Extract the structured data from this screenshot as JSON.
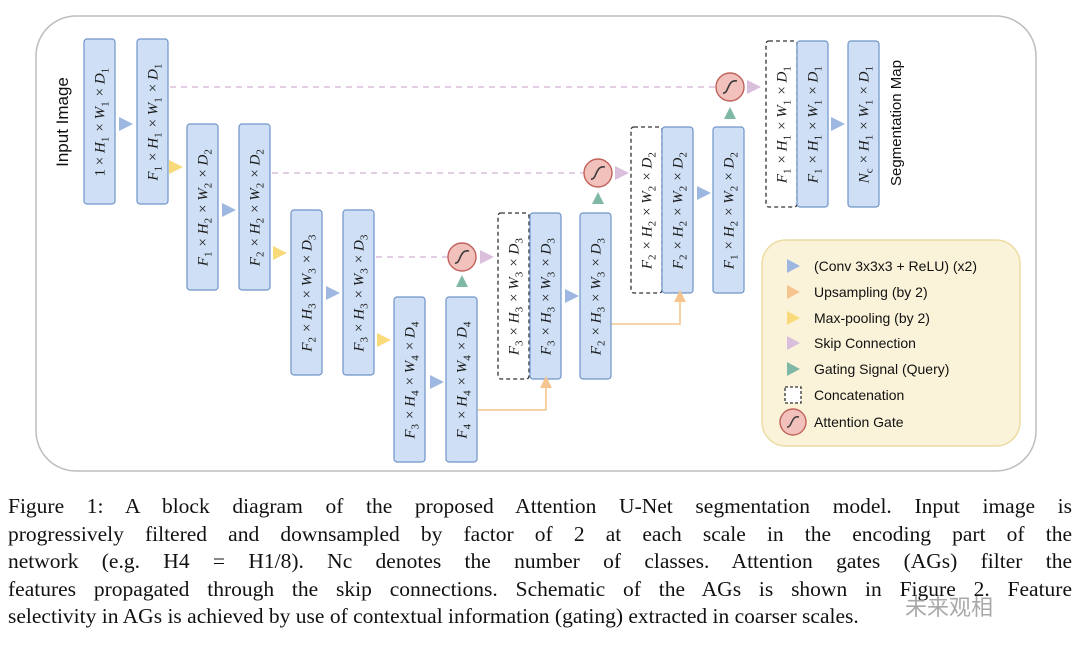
{
  "diagram": {
    "input_label": "Input Image",
    "output_label": "Segmentation Map",
    "blocks": [
      {
        "id": "b1",
        "text": "1 × H1 × W1 × D1"
      },
      {
        "id": "b2",
        "text": "F1 × H1 × W1 × D1"
      },
      {
        "id": "b3",
        "text": "F1 × H2 × W2 × D2"
      },
      {
        "id": "b4",
        "text": "F2 × H2 × W2 × D2"
      },
      {
        "id": "b5",
        "text": "F2 × H3 × W3 × D3"
      },
      {
        "id": "b6",
        "text": "F3 × H3 × W3 × D3"
      },
      {
        "id": "b7",
        "text": "F3 × H4 × W4 × D4"
      },
      {
        "id": "b8",
        "text": "F4 × H4 × W4 × D4"
      },
      {
        "id": "b9",
        "text": "F3 × H3 × W3 × D3"
      },
      {
        "id": "b10",
        "text": "F3 × H3 × W3 × D3"
      },
      {
        "id": "b11",
        "text": "F2 × H3 × W3 × D3"
      },
      {
        "id": "b12",
        "text": "F2 × H2 × W2 × D2"
      },
      {
        "id": "b13",
        "text": "F2 × H2 × W2 × D2"
      },
      {
        "id": "b14",
        "text": "F1 × H2 × W2 × D2"
      },
      {
        "id": "b15",
        "text": "F1 × H1 × W1 × D1"
      },
      {
        "id": "b16",
        "text": "F1 × H1 × W1 × D1"
      },
      {
        "id": "b17",
        "text": "Nc × H1 × W1 × D1"
      }
    ],
    "legend": [
      {
        "text": "(Conv 3x3x3 + ReLU) (x2)",
        "icon": "conv-triangle-icon"
      },
      {
        "text": "Upsampling (by 2)",
        "icon": "upsampling-triangle-icon"
      },
      {
        "text": "Max-pooling (by 2)",
        "icon": "maxpool-triangle-icon"
      },
      {
        "text": "Skip Connection",
        "icon": "skip-triangle-icon"
      },
      {
        "text": "Gating Signal (Query)",
        "icon": "gating-triangle-icon"
      },
      {
        "text": "Concatenation",
        "icon": "concat-dashed-box-icon"
      },
      {
        "text": "Attention Gate",
        "icon": "attention-gate-icon"
      }
    ],
    "colors": {
      "block_fill": "#cfe0f6",
      "block_stroke": "#6f93c8",
      "conv": "#9db7e0",
      "upsampling": "#f6c48f",
      "maxpool": "#f8da7a",
      "skip": "#d9bfdc",
      "gating": "#7fb9a6",
      "attention_fill": "#f2c1bb",
      "attention_stroke": "#c0625a",
      "legend_bg": "#fbf3d9",
      "legend_border": "#ecdca2",
      "frame_border": "#bdbdbd"
    }
  },
  "caption": {
    "lines": [
      "Figure 1: A block diagram of the proposed Attention U-Net segmentation model. Input image is",
      "progressively filtered and downsampled by factor of 2 at each scale in the encoding part of the",
      "network (e.g. H4 = H1/8). Nc denotes the number of classes. Attention gates (AGs) filter the",
      "features propagated through the skip connections. Schematic of the AGs is shown in Figure 2. Feature",
      "selectivity in AGs is achieved by use of contextual information (gating) extracted in coarser scales."
    ]
  },
  "watermark": "未来观相"
}
